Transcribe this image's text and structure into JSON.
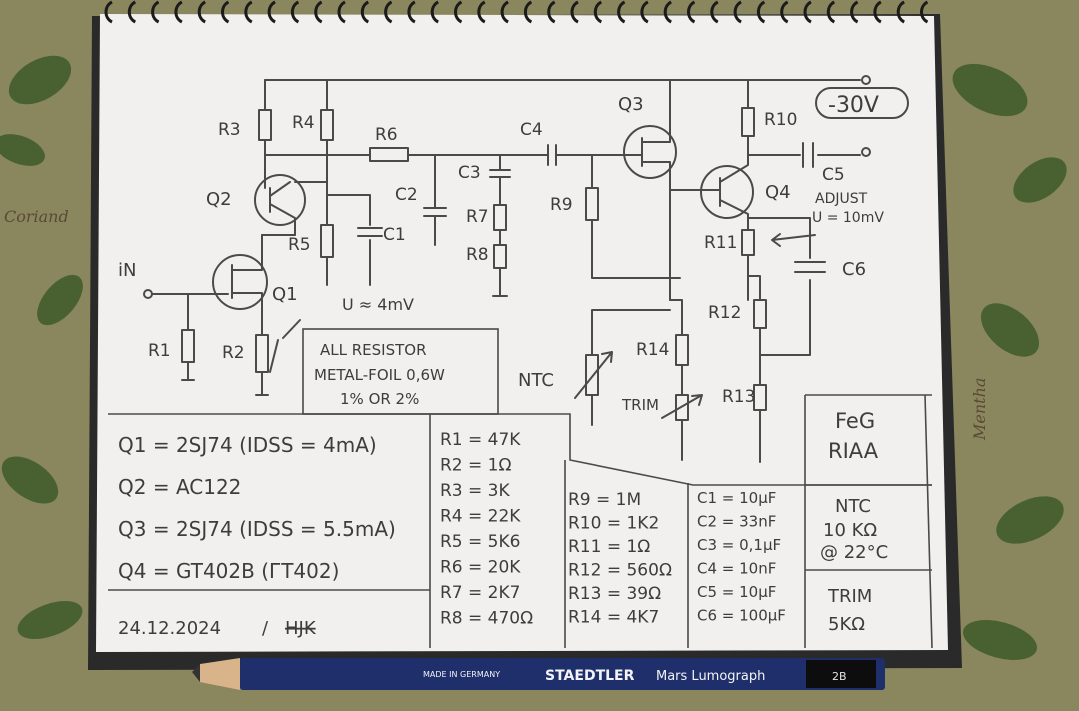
{
  "background": {
    "tablecloth_color": "#8c8a62",
    "paper_color": "#f1f0ee",
    "side_texts": [
      "Coriand",
      "Mentha"
    ]
  },
  "schematic": {
    "supply_label": "-30V",
    "input_label": "iN",
    "adjust_note": [
      "ADJUST",
      "U = 10mV"
    ],
    "voltage_note": "U ≈ 4mV",
    "component_labels": {
      "R1": "R1",
      "R2": "R2",
      "R3": "R3",
      "R4": "R4",
      "R5": "R5",
      "R6": "R6",
      "R7": "R7",
      "R8": "R8",
      "R9": "R9",
      "R10": "R10",
      "R11": "R11",
      "R12": "R12",
      "R13": "R13",
      "R14": "R14",
      "C1": "C1",
      "C2": "C2",
      "C3": "C3",
      "C4": "C4",
      "C5": "C5",
      "C6": "C6",
      "Q1": "Q1",
      "Q2": "Q2",
      "Q3": "Q3",
      "Q4": "Q4",
      "NTC": "NTC",
      "TRIM": "TRIM"
    },
    "resistor_note": [
      "ALL RESISTOR",
      "METAL-FOIL 0,6W",
      "1% OR 2%"
    ],
    "title_box": [
      "FeG",
      "RIAA"
    ],
    "ntc_box": [
      "NTC",
      "10 KΩ",
      "@ 22°C"
    ],
    "trim_box": [
      "TRIM",
      "5KΩ"
    ]
  },
  "transistors": [
    "Q1 = 2SJ74 (IDSS = 4mA)",
    "Q2 = AC122",
    "Q3 = 2SJ74 (IDSS = 5.5mA)",
    "Q4 = GT402B (ГТ402)"
  ],
  "resistors_col1": [
    "R1 = 47K",
    "R2 = 1Ω",
    "R3 = 3K",
    "R4 = 22K",
    "R5 = 5K6",
    "R6 = 20K",
    "R7 = 2K7",
    "R8 = 470Ω"
  ],
  "resistors_col2": [
    "R9 = 1M",
    "R10 = 1K2",
    "R11 = 1Ω",
    "R12 = 560Ω",
    "R13 = 39Ω",
    "R14 = 4K7"
  ],
  "capacitors": [
    "C1 = 10μF",
    "C2 = 33nF",
    "C3 = 0,1μF",
    "C4 = 10nF",
    "C5 = 10μF",
    "C6 = 100μF"
  ],
  "date": "24.12.2024",
  "signature": "HJK",
  "pencil": {
    "made_in": "MADE IN GERMANY",
    "brand": "STAEDTLER",
    "model": "Mars Lumograph",
    "grade": "2B",
    "color": "#1f2f6b"
  }
}
